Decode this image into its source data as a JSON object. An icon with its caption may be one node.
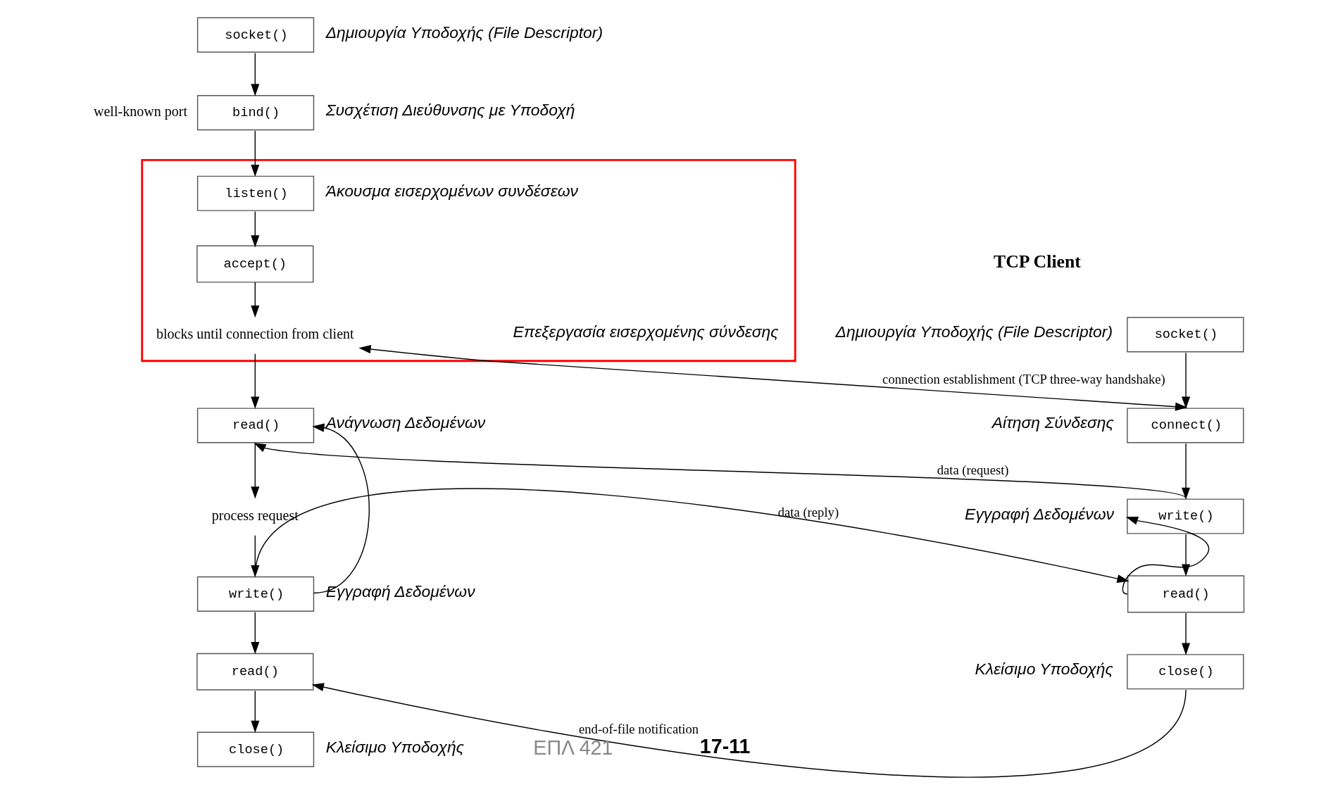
{
  "diagram": {
    "nodes": [
      {
        "text": [
          "socket()"
        ],
        "beside": [
          "Δημιουργία Υποδοχής (File Descriptor)"
        ]
      },
      {
        "text": [
          "bind()"
        ],
        "beside": [
          "well-known port",
          "Συσχέτιση Διεύθυνσης με Υποδοχή"
        ]
      },
      {
        "text": [],
        "shape": "box",
        "beside": [
          "Επεξεργασία εισερχομένης σύνδεσης"
        ]
      },
      {
        "text": [
          "listen()"
        ],
        "in": 2,
        "beside": [
          "Άκουσμα εισερχομένων συνδέσεων"
        ]
      },
      {
        "text": [
          "accept()"
        ],
        "in": 2
      },
      {
        "text": [
          "blocks until connection from client"
        ],
        "in": 2
      },
      {
        "text": [
          "read()"
        ],
        "beside": [
          "Ανάγνωση Δεδομένων"
        ]
      },
      {
        "text": [
          "process request"
        ]
      },
      {
        "text": [
          "write()"
        ],
        "beside": [
          "Εγγραφή Δεδομένων"
        ]
      },
      {
        "text": [
          "read()"
        ]
      },
      {
        "text": [
          "close()"
        ],
        "beside": [
          "Κλείσιμο Υποδοχής"
        ]
      },
      {
        "text": [
          "socket()"
        ],
        "beside": [
          "Δημιουργία Υποδοχής (File Descriptor)"
        ]
      },
      {
        "text": [
          "connect()"
        ],
        "beside": [
          "Αίτηση Σύνδεσης"
        ]
      },
      {
        "text": [
          "write()"
        ],
        "beside": [
          "Εγγραφή Δεδομένων"
        ]
      },
      {
        "text": [
          "read()"
        ]
      },
      {
        "text": [
          "close()"
        ],
        "beside": [
          "Κλείσιμο Υποδοχής"
        ]
      }
    ],
    "edges": [
      {
        "from": 0,
        "to": 1,
        "arrow": "to"
      },
      {
        "from": 1,
        "to": 3,
        "arrow": "to"
      },
      {
        "from": 3,
        "to": 4,
        "arrow": "to"
      },
      {
        "from": 4,
        "to": 5,
        "arrow": "to"
      },
      {
        "from": 5,
        "to": 6,
        "arrow": "to"
      },
      {
        "from": 6,
        "to": 7,
        "arrow": "to"
      },
      {
        "from": 7,
        "to": 8,
        "arrow": "to"
      },
      {
        "from": 8,
        "to": 6,
        "arrow": "to"
      },
      {
        "from": 8,
        "to": 9,
        "arrow": "to"
      },
      {
        "from": 9,
        "to": 10,
        "arrow": "to"
      },
      {
        "from": 11,
        "to": 12,
        "arrow": "to"
      },
      {
        "from": 12,
        "to": 13,
        "arrow": "to"
      },
      {
        "from": 13,
        "to": 14,
        "arrow": "to"
      },
      {
        "from": 14,
        "to": 13,
        "arrow": "to"
      },
      {
        "from": 14,
        "to": 15,
        "arrow": "to"
      },
      {
        "from": 12,
        "to": 5,
        "arrow": "both",
        "label": "connection establishment (TCP three-way handshake)"
      },
      {
        "from": 13,
        "to": 6,
        "arrow": "to",
        "label": "data (request)"
      },
      {
        "from": 8,
        "to": 14,
        "arrow": "to",
        "label": "data (reply)"
      },
      {
        "from": 15,
        "to": 9,
        "arrow": "to",
        "label": "end-of-file notification"
      }
    ],
    "labels": [
      "TCP Client",
      "ΕΠΛ 421",
      "17-11"
    ]
  }
}
